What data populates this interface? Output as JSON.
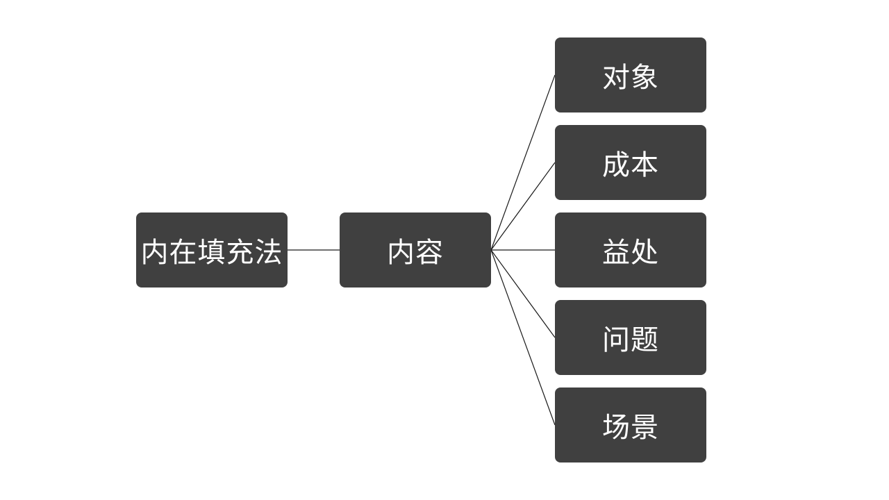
{
  "diagram": {
    "root": {
      "label": "内在填充法"
    },
    "middle": {
      "label": "内容"
    },
    "leaves": [
      {
        "label": "对象"
      },
      {
        "label": "成本"
      },
      {
        "label": "益处"
      },
      {
        "label": "问题"
      },
      {
        "label": "场景"
      }
    ],
    "colors": {
      "node_fill": "#404040",
      "node_text": "#ffffff",
      "connector": "#1a1a1a",
      "background": "#ffffff"
    }
  }
}
